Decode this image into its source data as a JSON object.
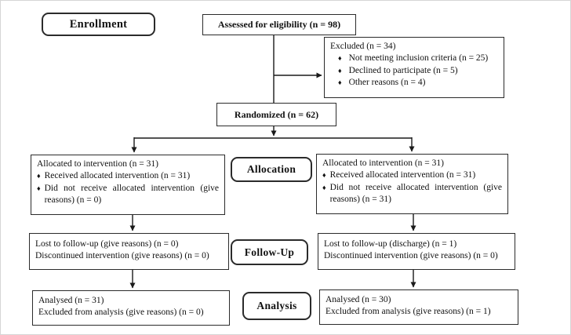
{
  "diagram": {
    "bullet": "♦",
    "enrollment_label": "Enrollment",
    "assessed": "Assessed for eligibility (n = 98)",
    "excluded": {
      "title": "Excluded (n = 34)",
      "items": [
        "Not meeting inclusion criteria (n = 25)",
        "Declined to participate (n = 5)",
        "Other reasons (n = 4)"
      ]
    },
    "randomized": "Randomized (n = 62)",
    "allocation_label": "Allocation",
    "allocation_left": {
      "title": "Allocated to intervention (n = 31)",
      "items": [
        "Received allocated intervention (n = 31)",
        "Did not receive allocated intervention (give reasons) (n = 0)"
      ]
    },
    "allocation_right": {
      "title": "Allocated to intervention (n = 31)",
      "items": [
        "Received allocated intervention (n = 31)",
        "Did not receive allocated intervention (give reasons) (n = 31)"
      ]
    },
    "followup_label": "Follow-Up",
    "followup_left": {
      "lines": [
        "Lost to follow-up (give reasons) (n = 0)",
        "Discontinued intervention (give reasons) (n = 0)"
      ]
    },
    "followup_right": {
      "lines": [
        "Lost to follow-up (discharge) (n = 1)",
        "Discontinued intervention (give reasons) (n = 0)"
      ]
    },
    "analysis_label": "Analysis",
    "analysis_left": {
      "lines": [
        "Analysed (n = 31)",
        "Excluded from analysis (give reasons) (n = 0)"
      ]
    },
    "analysis_right": {
      "lines": [
        "Analysed (n = 30)",
        "Excluded from analysis (give reasons) (n = 1)"
      ]
    }
  }
}
